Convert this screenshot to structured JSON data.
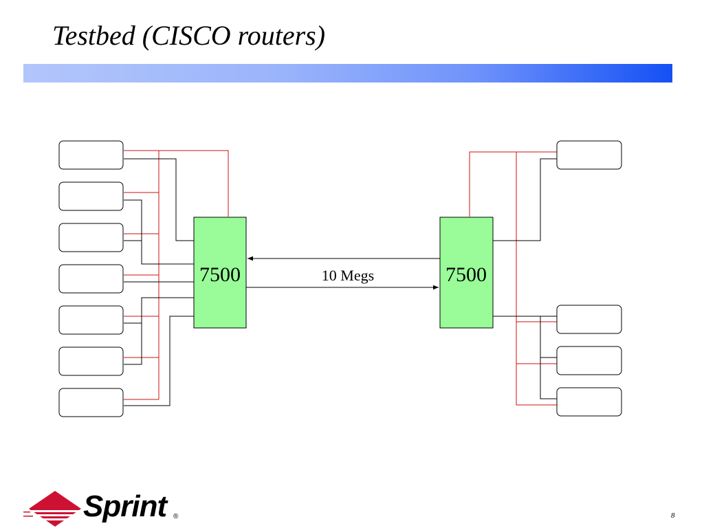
{
  "slide": {
    "title": "Testbed (CISCO routers)",
    "page_number": "8"
  },
  "diagram": {
    "left_router": {
      "label": "7500"
    },
    "right_router": {
      "label": "7500"
    },
    "link": {
      "label": "10 Megs"
    },
    "left_hosts": 7,
    "right_hosts": 4
  },
  "logo": {
    "text": "Sprint",
    "mark": "®"
  },
  "colors": {
    "router_fill": "#99fc99",
    "red_wire": "#cc1111",
    "title_bar_start": "#b3c6fb",
    "title_bar_end": "#1450f5",
    "logo_red": "#cc1133"
  }
}
